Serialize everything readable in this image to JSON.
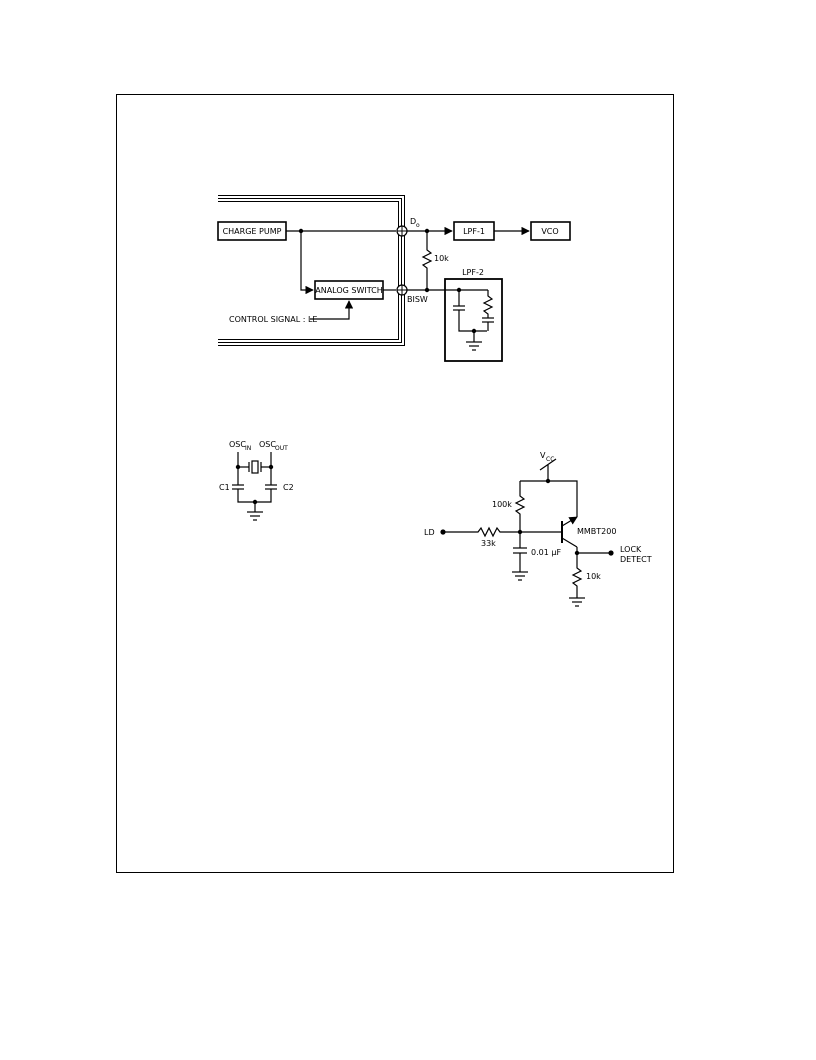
{
  "pll_diagram": {
    "charge_pump": "CHARGE PUMP",
    "analog_switch": "ANALOG SWITCH",
    "control_signal": "CONTROL SIGNAL : LE",
    "do_pin": "D",
    "do_sub": "o",
    "bisw_pin": "BISW",
    "lpf1": "LPF-1",
    "vco": "VCO",
    "resistor_10k": "10k",
    "lpf2": "LPF-2"
  },
  "oscillator": {
    "osc_in": "OSC",
    "osc_in_sub": "IN",
    "osc_out": "OSC",
    "osc_out_sub": "OUT",
    "c1": "C1",
    "c2": "C2"
  },
  "lock_detect": {
    "vcc": "V",
    "vcc_sub": "CC",
    "r_100k": "100k",
    "ld": "LD",
    "r_33k": "33k",
    "cap": "0.01 µF",
    "transistor": "MMBT200",
    "output_line1": "LOCK",
    "output_line2": "DETECT",
    "r_10k": "10k"
  }
}
